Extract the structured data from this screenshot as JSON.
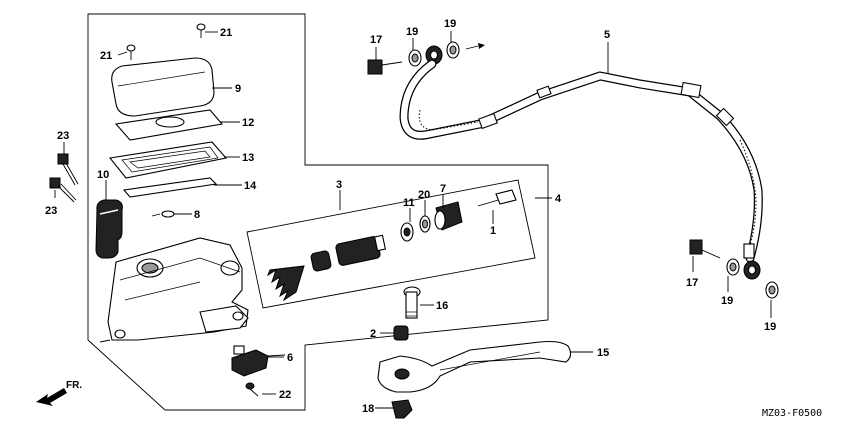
{
  "callouts": {
    "c1": "1",
    "c2": "2",
    "c3": "3",
    "c4": "4",
    "c5": "5",
    "c6": "6",
    "c7": "7",
    "c8": "8",
    "c9": "9",
    "c10": "10",
    "c11": "11",
    "c12": "12",
    "c13": "13",
    "c14": "14",
    "c15": "15",
    "c16": "16",
    "c17a": "17",
    "c17b": "17",
    "c18": "18",
    "c19a": "19",
    "c19b": "19",
    "c19c": "19",
    "c19d": "19",
    "c20": "20",
    "c21a": "21",
    "c21b": "21",
    "c22": "22",
    "c23a": "23",
    "c23b": "23"
  },
  "direction_label": "FR.",
  "diagram_code": "MZ03-F0500"
}
